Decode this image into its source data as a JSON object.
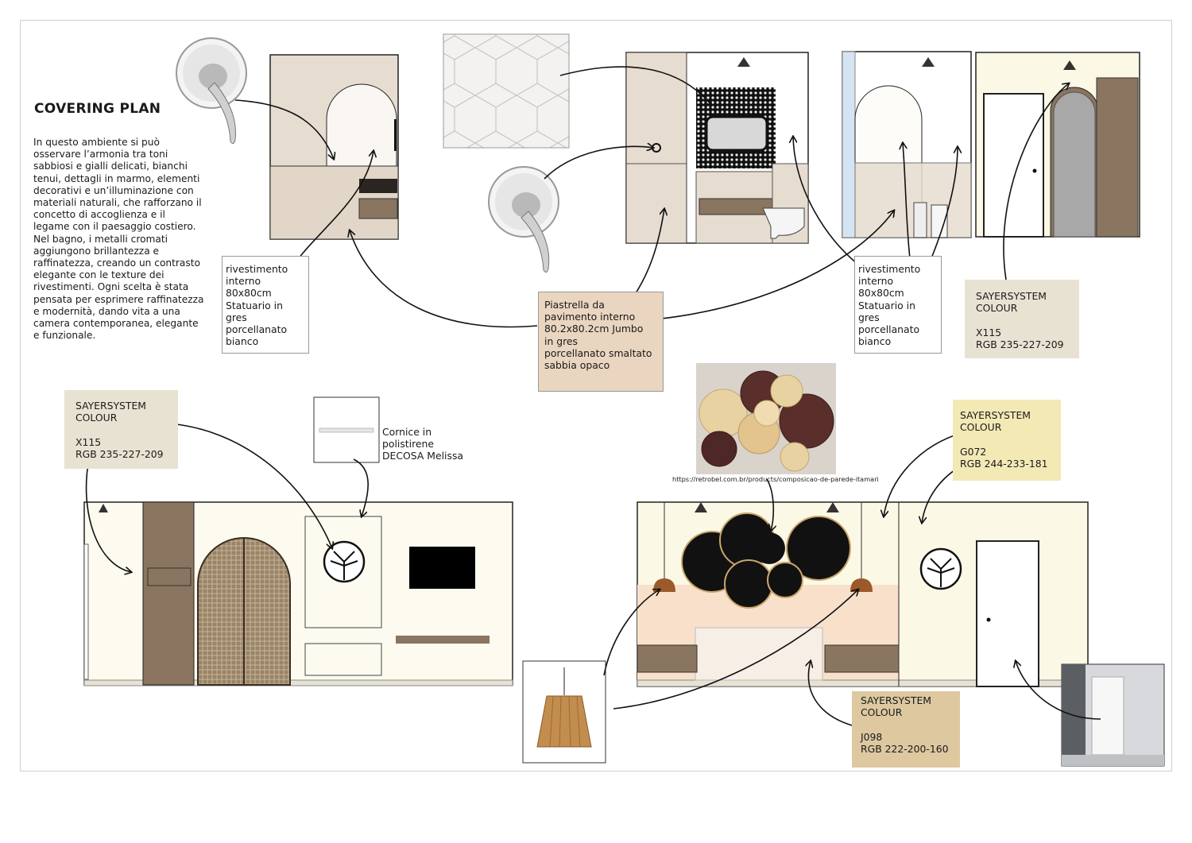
{
  "title": "COVERING PLAN",
  "intro": "In questo ambiente si può osservare l’armonia tra toni sabbiosi e gialli delicati, bianchi tenui, dettagli in marmo, elementi decorativi e un’illuminazione con materiali naturali, che rafforzano il concetto di accoglienza e il legame con il paesaggio costiero. Nel bagno, i metalli cromati aggiungono brillantezza e raffinatezza, creando un contrasto elegante con le texture dei rivestimenti. Ogni scelta è stata pensata per esprimere raffinatezza e modernità, dando vita a una camera contemporanea, elegante e funzionale.",
  "notes": {
    "wall_cladding_left": [
      "rivestimento",
      "interno",
      "80x80cm",
      "Statuario in",
      "gres",
      "porcellanato",
      "bianco"
    ],
    "wall_cladding_right": [
      "rivestimento",
      "interno",
      "80x80cm",
      "Statuario in",
      "gres",
      "porcellanato",
      "bianco"
    ],
    "floor_tile": [
      "Piastrella da",
      "pavimento interno",
      "80.2x80.2cm  Jumbo",
      "in gres",
      "porcellanato smaltato",
      "sabbia opaco"
    ],
    "cornice": [
      "Cornice in",
      "polistirene",
      "DECOSA Melissa"
    ]
  },
  "swatches": [
    {
      "brand_1": "SAYERSYSTEM",
      "brand_2": "COLOUR",
      "code": "X115",
      "rgb": "RGB 235-227-209",
      "color": "#e8e2d2"
    },
    {
      "brand_1": "SAYERSYSTEM",
      "brand_2": "COLOUR",
      "code": "X115",
      "rgb": "RGB 235-227-209",
      "color": "#e8e2d2"
    },
    {
      "brand_1": "SAYERSYSTEM",
      "brand_2": "COLOUR",
      "code": "G072",
      "rgb": "RGB 244-233-181",
      "color": "#f3e9b5"
    },
    {
      "brand_1": "SAYERSYSTEM",
      "brand_2": "COLOUR",
      "code": "J098",
      "rgb": "RGB 222-200-160",
      "color": "#ddc8a0"
    }
  ],
  "source_url": "https://retrobel.com.br/products/composicao-de-parede-itamari",
  "colors": {
    "marble": "#e6dcd0",
    "floor_tile": "#e9d5c0",
    "cream_wall": "#fbf9e6",
    "peach_wall": "#f8e0cb",
    "wood": "#8a7560",
    "dark": "#1a1410"
  }
}
